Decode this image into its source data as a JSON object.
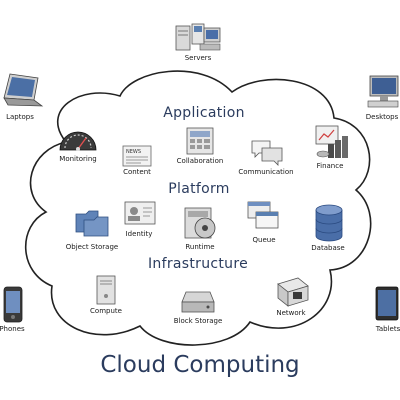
{
  "title": "Cloud Computing",
  "layers": {
    "application": "Application",
    "platform": "Platform",
    "infrastructure": "Infrastructure"
  },
  "outside": {
    "servers": "Servers",
    "laptops": "Laptops",
    "desktops": "Desktops",
    "phones": "Phones",
    "tablets": "Tablets"
  },
  "application": {
    "monitoring": "Monitoring",
    "content": "Content",
    "content_news": "NEWS",
    "collaboration": "Collaboration",
    "communication": "Communication",
    "finance": "Finance"
  },
  "platform": {
    "object_storage": "Object Storage",
    "identity": "Identity",
    "runtime": "Runtime",
    "queue": "Queue",
    "database": "Database"
  },
  "infrastructure": {
    "compute": "Compute",
    "block_storage": "Block Storage",
    "network": "Network"
  },
  "colors": {
    "title": "#2b3c5e",
    "outline": "#222222",
    "icon_gray": "#8a8a8a",
    "icon_dark": "#3a3a3a",
    "icon_blue": "#5a7fb0"
  }
}
